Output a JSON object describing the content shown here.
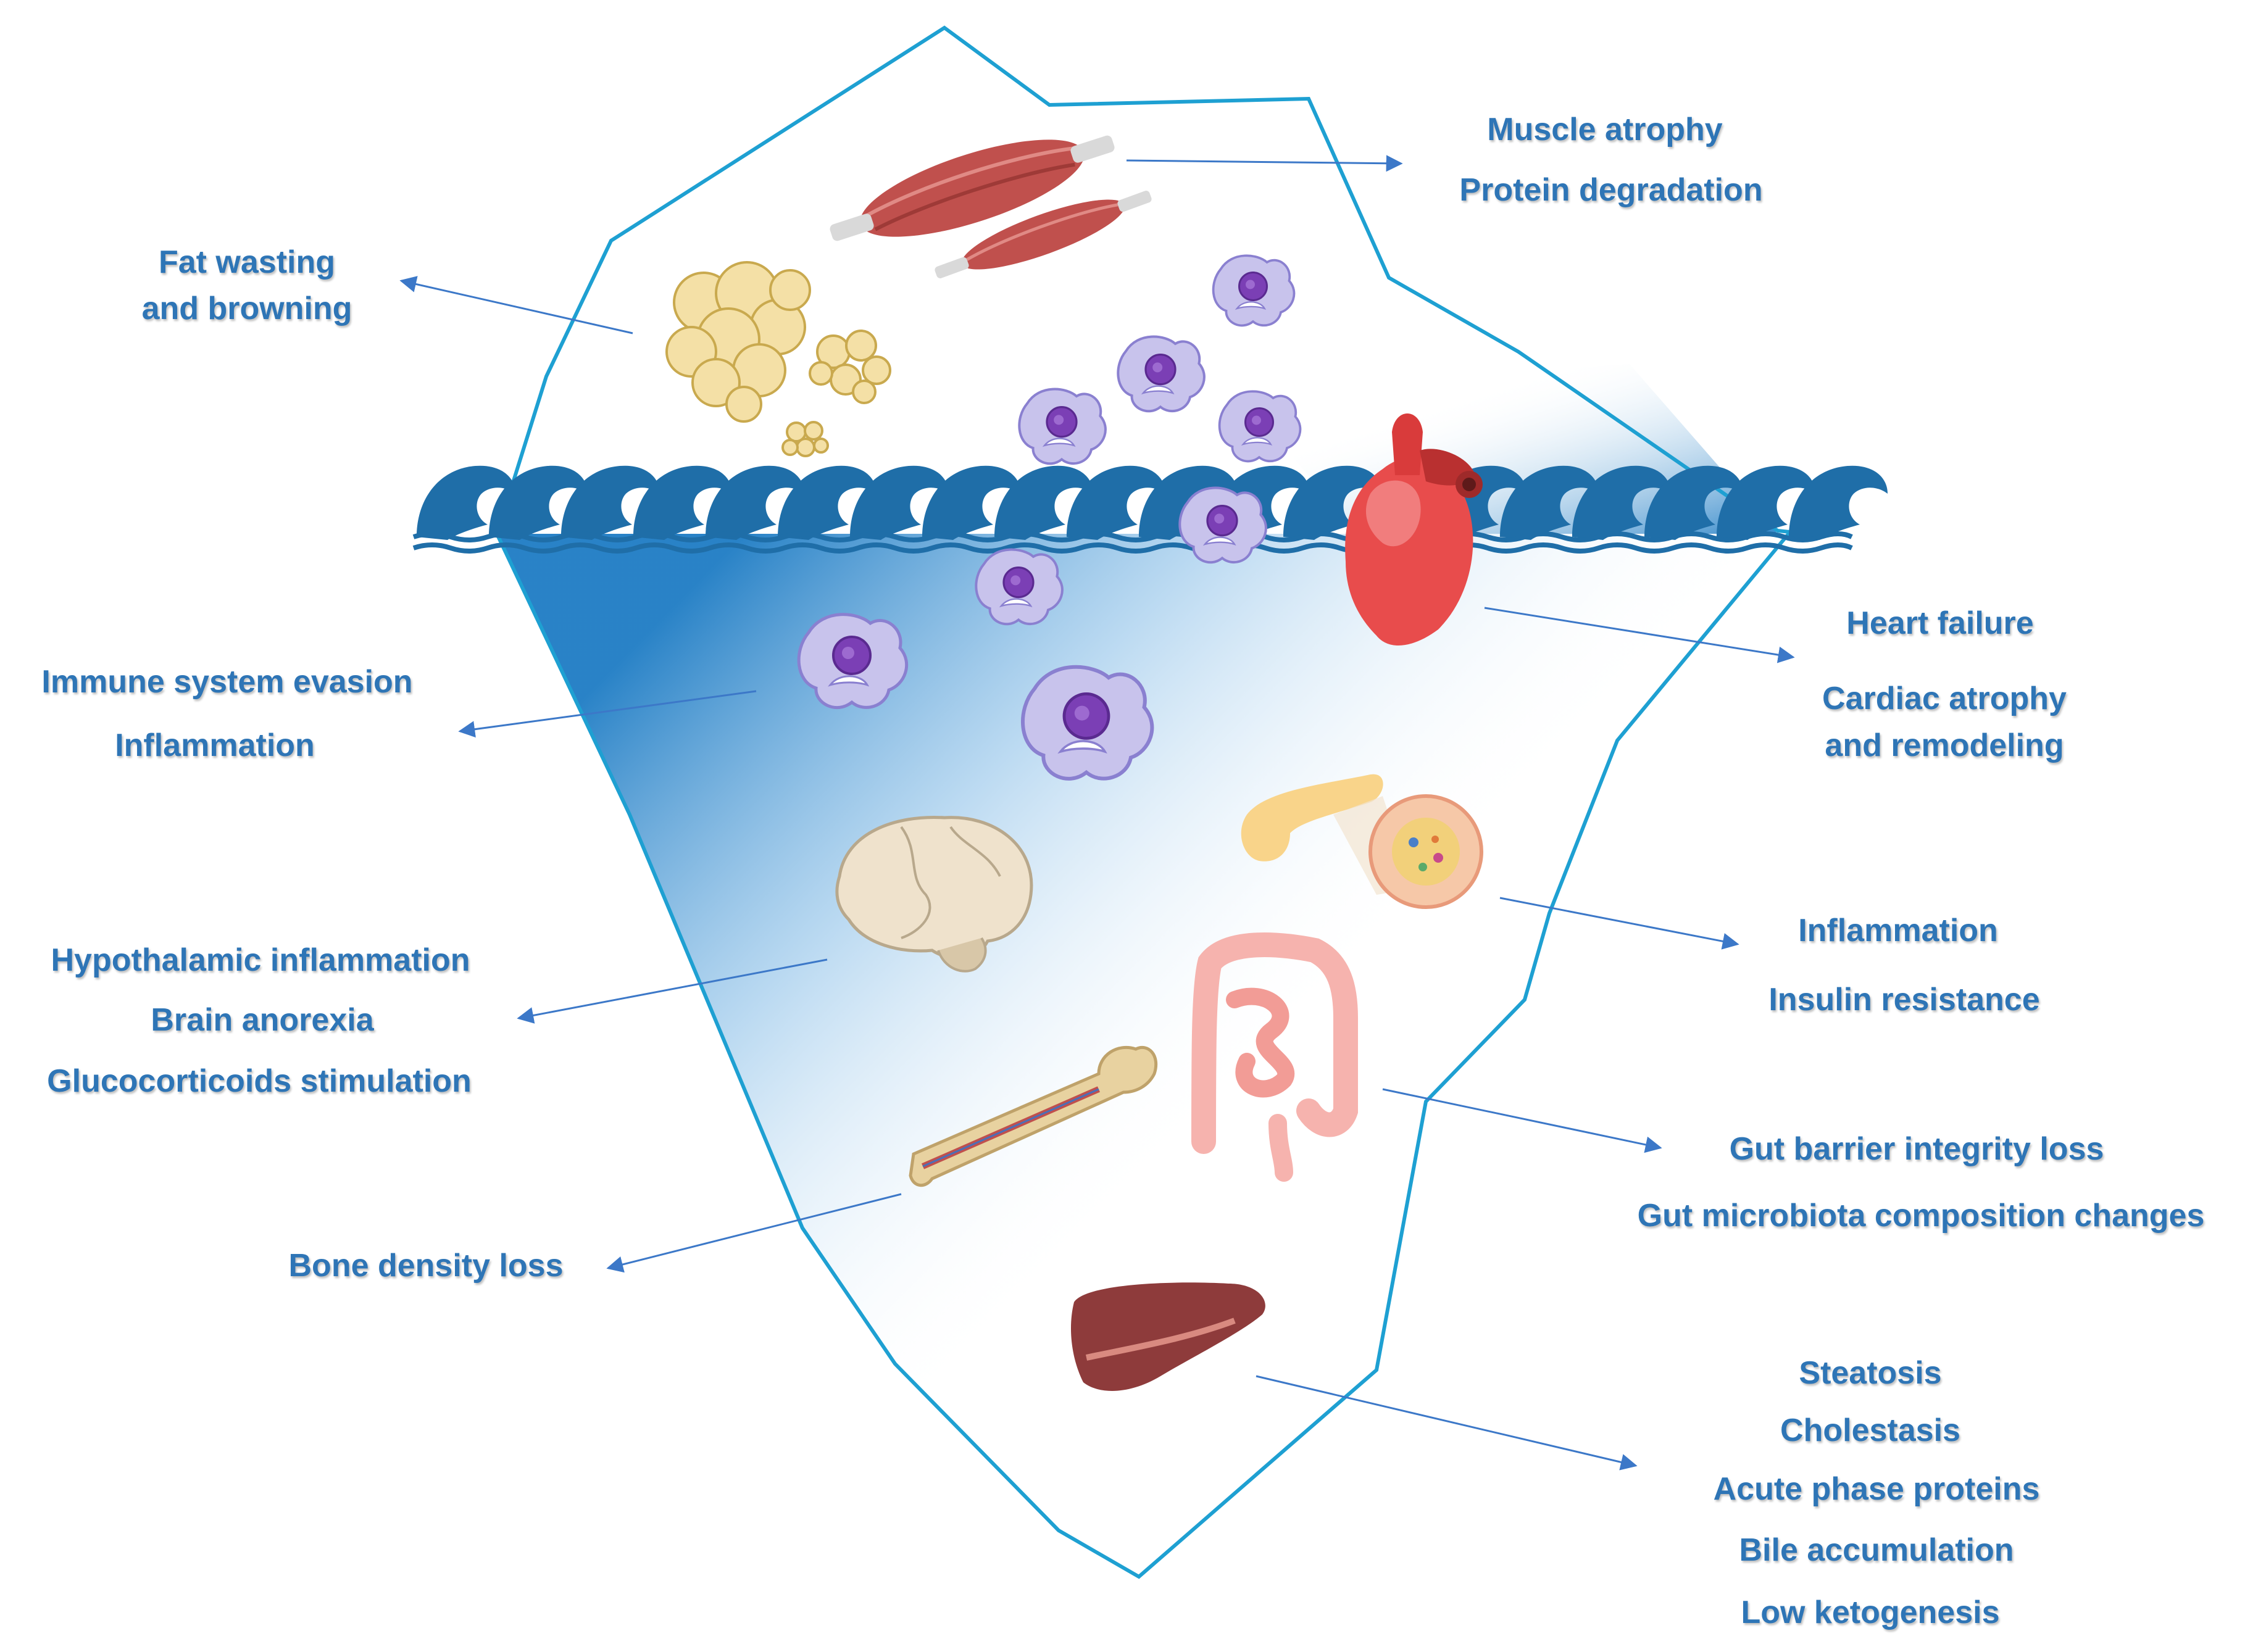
{
  "labels": {
    "muscle_1": "Muscle atrophy",
    "muscle_2": "Protein degradation",
    "fat_1": "Fat wasting",
    "fat_2": "and browning",
    "immune_1": "Immune system evasion",
    "immune_2": "Inflammation",
    "heart_1": "Heart failure",
    "heart_2": "Cardiac atrophy",
    "heart_3": "and remodeling",
    "pancreas_1": "Inflammation",
    "pancreas_2": "Insulin resistance",
    "brain_1": "Hypothalamic inflammation",
    "brain_2": "Brain anorexia",
    "brain_3": "Glucocorticoids stimulation",
    "gut_1": "Gut barrier integrity  loss",
    "gut_2": "Gut microbiota composition  changes",
    "bone_1": "Bone density loss",
    "liver_1": "Steatosis",
    "liver_2": "Cholestasis",
    "liver_3": "Acute phase proteins",
    "liver_4": "Bile accumulation",
    "liver_5": "Low ketogenesis"
  },
  "colors": {
    "label_text": "#2E75B6",
    "arrow": "#3C78C8",
    "iceberg_outline": "#1EA0D2",
    "water": "#1F6EA8",
    "muscle": "#C0504D",
    "fat": "#F2DC9B",
    "cell": "#B9B3E6",
    "nucleus": "#7B3FB5",
    "heart": "#E84C4C",
    "brain": "#EFE2CC",
    "intestine": "#F6B3AE",
    "pancreas": "#F9D48A",
    "bone": "#E8D2A0",
    "liver": "#8E3B3B"
  }
}
